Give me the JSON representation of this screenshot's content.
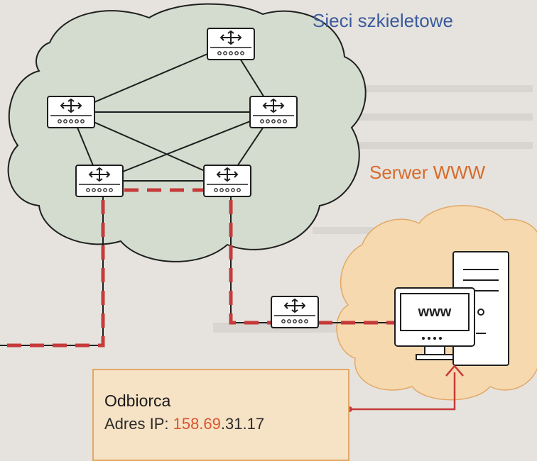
{
  "backbone": {
    "label": "Sieci szkieletowe"
  },
  "server": {
    "label": "Serwer WWW",
    "screen_text": "www"
  },
  "recipient": {
    "title": "Odbiorca",
    "ip_prefix": "Adres IP: ",
    "ip_highlight": "158.69",
    "ip_rest": ".31.17"
  },
  "colors": {
    "backbone_cloud": "#d3dccf",
    "server_cloud": "#f6d9ae",
    "route": "#c63a3a",
    "backbone_text": "#3a5b9c",
    "server_text": "#d76b2c"
  },
  "icons": [
    "router-icon",
    "computer-icon",
    "arrow-up-icon"
  ]
}
